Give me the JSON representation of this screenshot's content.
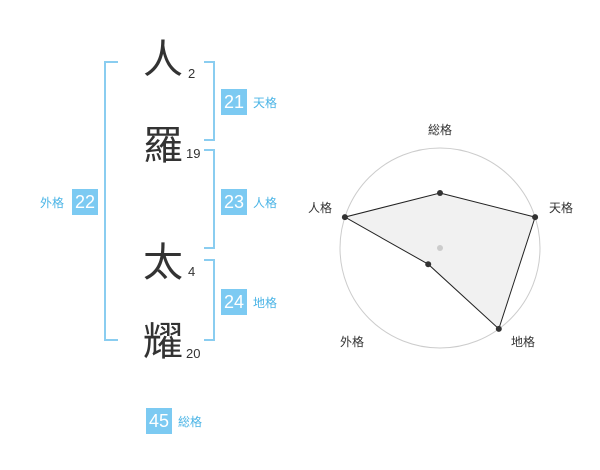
{
  "name": {
    "chars": [
      {
        "char": "人",
        "strokes": "2"
      },
      {
        "char": "羅",
        "strokes": "19"
      },
      {
        "char": "太",
        "strokes": "4"
      },
      {
        "char": "耀",
        "strokes": "20"
      }
    ]
  },
  "fortunes": {
    "tenkaku": {
      "value": "21",
      "label": "天格"
    },
    "jinkaku": {
      "value": "23",
      "label": "人格"
    },
    "chikaku": {
      "value": "24",
      "label": "地格"
    },
    "gaikaku": {
      "value": "22",
      "label": "外格"
    },
    "soukaku": {
      "value": "45",
      "label": "総格"
    }
  },
  "chart_data": {
    "type": "radar",
    "axes": [
      "総格",
      "天格",
      "地格",
      "外格",
      "人格"
    ],
    "values": [
      0.55,
      1.0,
      1.0,
      0.2,
      1.0
    ],
    "rings": 5,
    "fill_color": "#efefef",
    "line_color": "#222222",
    "grid_color": "#cccccc"
  }
}
